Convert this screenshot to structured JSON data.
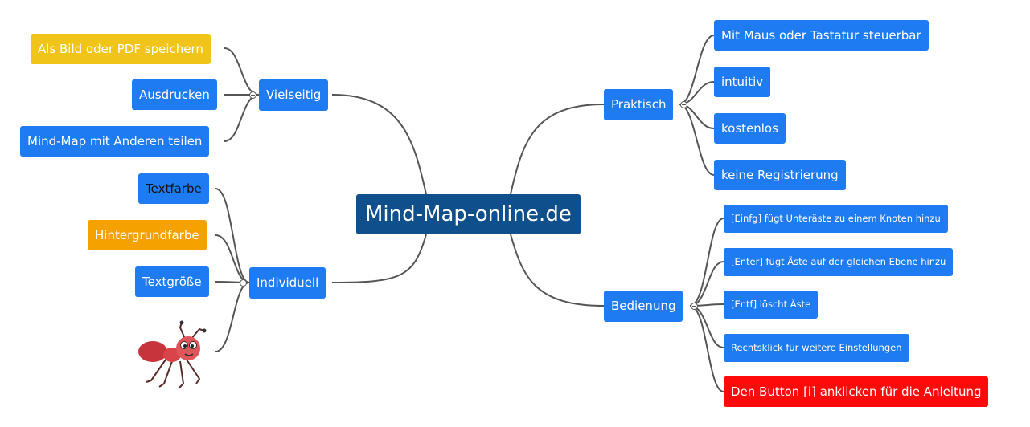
{
  "root": {
    "label": "Mind-Map-online.de"
  },
  "branches": {
    "vielseitig": {
      "label": "Vielseitig",
      "items": [
        "Als Bild oder PDF speichern",
        "Ausdrucken",
        "Mind-Map mit Anderen teilen"
      ]
    },
    "individuell": {
      "label": "Individuell",
      "items": [
        "Textfarbe",
        "Hintergrundfarbe",
        "Textgröße"
      ]
    },
    "praktisch": {
      "label": "Praktisch",
      "items": [
        "Mit Maus oder Tastatur steuerbar",
        "intuitiv",
        "kostenlos",
        "keine Registrierung"
      ]
    },
    "bedienung": {
      "label": "Bedienung",
      "items": [
        "[Einfg] fügt Unteräste zu einem Knoten hinzu",
        "[Enter] fügt Äste auf der gleichen Ebene hinzu",
        "[Entf] löscht Äste",
        "Rechtsklick für weitere Einstellungen",
        "Den Button [i] anklicken für die Anleitung"
      ]
    }
  },
  "colors": {
    "root": "#0f4f8c",
    "node": "#1e7bf1",
    "yellow": "#f0c419",
    "orange": "#f5a200",
    "red": "#ff0a0a",
    "connector": "#555555"
  },
  "icons": {
    "collapse": "minus-circle-icon",
    "image": "ant-illustration"
  }
}
